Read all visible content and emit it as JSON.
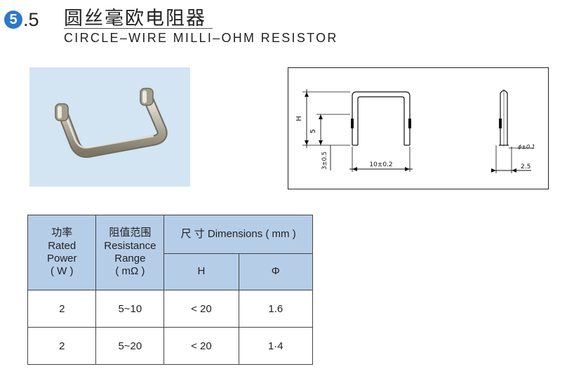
{
  "section": {
    "number": "5",
    "suffix": ".5",
    "accent": "#2f78c8"
  },
  "title": {
    "cn": "圆丝毫欧电阻器",
    "en": "CIRCLE–WIRE MILLI–OHM RESISTOR"
  },
  "drawing": {
    "dim_H": "H",
    "dim_5": "5",
    "dim_3": "3±0.5",
    "dim_10": "10±0.2",
    "dim_phi": "ϕ±0.1",
    "dim_25": "2.5"
  },
  "table": {
    "head_power": {
      "cn": "功率",
      "l1": "Rated",
      "l2": "Power",
      "l3": "( W )"
    },
    "head_resistance": {
      "cn": "阻值范围",
      "l1": "Resistance",
      "l2": "Range",
      "l3": "( mΩ )"
    },
    "head_dimensions": "尺 寸 Dimensions ( mm )",
    "head_H": "H",
    "head_phi": "Φ",
    "rows": [
      {
        "power": "2",
        "range": "5~10",
        "h": "< 20",
        "phi": "1.6"
      },
      {
        "power": "2",
        "range": "5~20",
        "h": "< 20",
        "phi": "1·4"
      }
    ]
  },
  "colors": {
    "header_bg": "#b6cde8",
    "photo_bg": "#d3e4f2"
  }
}
